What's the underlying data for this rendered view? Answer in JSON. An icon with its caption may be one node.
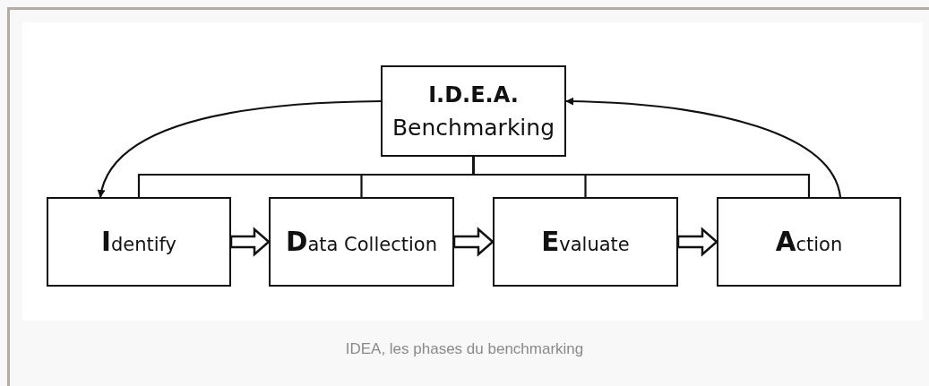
{
  "diagram": {
    "caption": "IDEA, les phases du benchmarking",
    "nodes": [
      {
        "text": [
          "I.D.E.A.",
          "Benchmarking"
        ]
      },
      {
        "text": [
          "**I**dentify"
        ]
      },
      {
        "text": [
          "**D**ata Collection"
        ]
      },
      {
        "text": [
          "**E**valuate"
        ]
      },
      {
        "text": [
          "**A**ction"
        ]
      }
    ],
    "edges": [
      {
        "from": 0,
        "to": 1,
        "arrow": "none"
      },
      {
        "from": 0,
        "to": 2,
        "arrow": "none"
      },
      {
        "from": 0,
        "to": 3,
        "arrow": "none"
      },
      {
        "from": 0,
        "to": 4,
        "arrow": "none"
      },
      {
        "from": 0,
        "to": 1,
        "arrow": "to"
      },
      {
        "from": 4,
        "to": 0,
        "arrow": "to"
      },
      {
        "from": 1,
        "to": 2,
        "arrow": "to",
        "style": "thick"
      },
      {
        "from": 2,
        "to": 3,
        "arrow": "to",
        "style": "thick"
      },
      {
        "from": 3,
        "to": 4,
        "arrow": "to",
        "style": "thick"
      }
    ]
  }
}
